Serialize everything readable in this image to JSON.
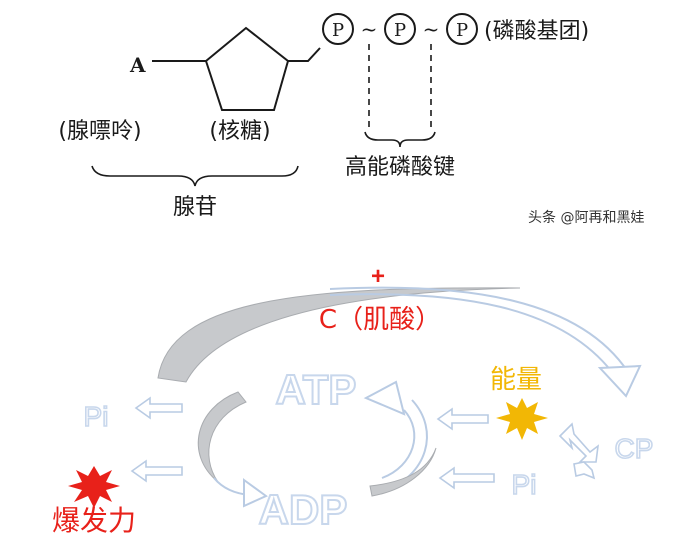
{
  "atp_structure": {
    "adenine_letter": "A",
    "phosphate_letter": "P",
    "tilde": "~",
    "phosphate_group_label": "(磷酸基团)",
    "adenine_label": "(腺嘌呤)",
    "ribose_label": "(核糖)",
    "high_energy_bond_label": "高能磷酸键",
    "adenosine_label": "腺苷"
  },
  "watermark": {
    "text": "头条 @阿再和黑娃"
  },
  "energy_cycle": {
    "plus_sign": "+",
    "creatine_label": "C（肌酸）",
    "atp_label": "ATP",
    "adp_label": "ADP",
    "pi_left_label": "Pi",
    "pi_right_label": "Pi",
    "energy_label": "能量",
    "cp_label": "CP",
    "burst_label": "爆发力"
  },
  "colors": {
    "ink": "#1a1a1a",
    "accent_red": "#e8211a",
    "energy_gold": "#f2b705",
    "faint_blue": "#c8d7ec",
    "arrow_outline": "#b9cbe3",
    "arc_gray": "#c7c9cc"
  }
}
